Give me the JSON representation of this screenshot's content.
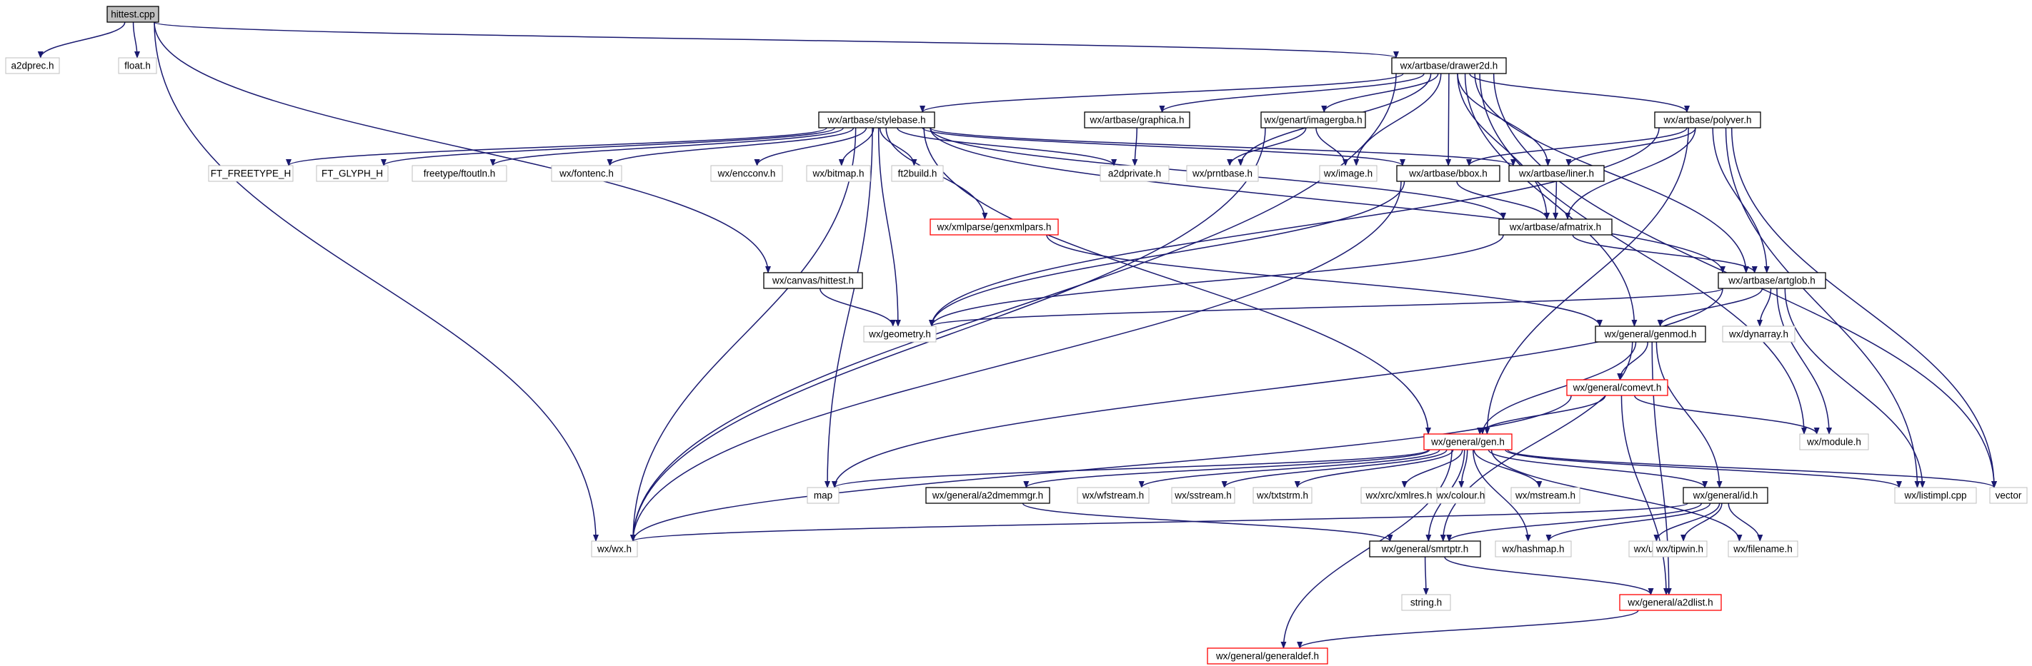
{
  "colors": {
    "edge": "#191970",
    "border_black": "#000000",
    "border_red": "#ff0000",
    "border_gray": "#bfbfbf",
    "root_fill": "#bfbfbf",
    "fill": "#ffffff"
  },
  "nodes": [
    {
      "id": "hittest_cpp",
      "label": "hittest.cpp",
      "border": "root"
    },
    {
      "id": "a2dprec_h",
      "label": "a2dprec.h",
      "border": "gray"
    },
    {
      "id": "float_h",
      "label": "float.h",
      "border": "gray"
    },
    {
      "id": "drawer2d_h",
      "label": "wx/artbase/drawer2d.h",
      "border": "black"
    },
    {
      "id": "stylebase_h",
      "label": "wx/artbase/stylebase.h",
      "border": "black"
    },
    {
      "id": "graphica_h",
      "label": "wx/artbase/graphica.h",
      "border": "black"
    },
    {
      "id": "imagergba_h",
      "label": "wx/genart/imagergba.h",
      "border": "black"
    },
    {
      "id": "polyver_h",
      "label": "wx/artbase/polyver.h",
      "border": "black"
    },
    {
      "id": "ft_freetype_h",
      "label": "FT_FREETYPE_H",
      "border": "gray"
    },
    {
      "id": "ft_glyph_h",
      "label": "FT_GLYPH_H",
      "border": "gray"
    },
    {
      "id": "ftoutln_h",
      "label": "freetype/ftoutln.h",
      "border": "gray"
    },
    {
      "id": "fontenc_h",
      "label": "wx/fontenc.h",
      "border": "gray"
    },
    {
      "id": "encconv_h",
      "label": "wx/encconv.h",
      "border": "gray"
    },
    {
      "id": "bitmap_h",
      "label": "wx/bitmap.h",
      "border": "gray"
    },
    {
      "id": "ft2build_h",
      "label": "ft2build.h",
      "border": "gray"
    },
    {
      "id": "a2dprivate_h",
      "label": "a2dprivate.h",
      "border": "gray"
    },
    {
      "id": "prntbase_h",
      "label": "wx/prntbase.h",
      "border": "gray"
    },
    {
      "id": "image_h",
      "label": "wx/image.h",
      "border": "gray"
    },
    {
      "id": "bbox_h",
      "label": "wx/artbase/bbox.h",
      "border": "black"
    },
    {
      "id": "liner_h",
      "label": "wx/artbase/liner.h",
      "border": "black"
    },
    {
      "id": "genxmlpars_h",
      "label": "wx/xmlparse/genxmlpars.h",
      "border": "red"
    },
    {
      "id": "afmatrix_h",
      "label": "wx/artbase/afmatrix.h",
      "border": "black"
    },
    {
      "id": "canvas_hittest_h",
      "label": "wx/canvas/hittest.h",
      "border": "black"
    },
    {
      "id": "artglob_h",
      "label": "wx/artbase/artglob.h",
      "border": "black"
    },
    {
      "id": "geometry_h",
      "label": "wx/geometry.h",
      "border": "gray"
    },
    {
      "id": "genmod_h",
      "label": "wx/general/genmod.h",
      "border": "black"
    },
    {
      "id": "dynarray_h",
      "label": "wx/dynarray.h",
      "border": "gray"
    },
    {
      "id": "comevt_h",
      "label": "wx/general/comevt.h",
      "border": "red"
    },
    {
      "id": "module_h",
      "label": "wx/module.h",
      "border": "gray"
    },
    {
      "id": "gen_h",
      "label": "wx/general/gen.h",
      "border": "red"
    },
    {
      "id": "map",
      "label": "map",
      "border": "gray"
    },
    {
      "id": "a2dmemmgr_h",
      "label": "wx/general/a2dmemmgr.h",
      "border": "black"
    },
    {
      "id": "wfstream_h",
      "label": "wx/wfstream.h",
      "border": "gray"
    },
    {
      "id": "sstream_h",
      "label": "wx/sstream.h",
      "border": "gray"
    },
    {
      "id": "txtstrm_h",
      "label": "wx/txtstrm.h",
      "border": "gray"
    },
    {
      "id": "xmlres_h",
      "label": "wx/xrc/xmlres.h",
      "border": "gray"
    },
    {
      "id": "colour_h",
      "label": "wx/colour.h",
      "border": "gray"
    },
    {
      "id": "mstream_h",
      "label": "wx/mstream.h",
      "border": "gray"
    },
    {
      "id": "id_h",
      "label": "wx/general/id.h",
      "border": "black"
    },
    {
      "id": "listimpl_cpp",
      "label": "wx/listimpl.cpp",
      "border": "gray"
    },
    {
      "id": "vector",
      "label": "vector",
      "border": "gray"
    },
    {
      "id": "wx_h",
      "label": "wx/wx.h",
      "border": "gray"
    },
    {
      "id": "smrtptr_h",
      "label": "wx/general/smrtptr.h",
      "border": "black"
    },
    {
      "id": "hashmap_h",
      "label": "wx/hashmap.h",
      "border": "gray"
    },
    {
      "id": "uri_h",
      "label": "wx/uri.h",
      "border": "gray"
    },
    {
      "id": "tipwin_h",
      "label": "wx/tipwin.h",
      "border": "gray"
    },
    {
      "id": "filename_h",
      "label": "wx/filename.h",
      "border": "gray"
    },
    {
      "id": "string_h",
      "label": "string.h",
      "border": "gray"
    },
    {
      "id": "a2dlist_h",
      "label": "wx/general/a2dlist.h",
      "border": "red"
    },
    {
      "id": "generaldef_h",
      "label": "wx/general/generaldef.h",
      "border": "red"
    }
  ],
  "edges": [
    [
      "hittest_cpp",
      "a2dprec_h"
    ],
    [
      "hittest_cpp",
      "float_h"
    ],
    [
      "hittest_cpp",
      "drawer2d_h"
    ],
    [
      "hittest_cpp",
      "canvas_hittest_h"
    ],
    [
      "hittest_cpp",
      "wx_h"
    ],
    [
      "drawer2d_h",
      "stylebase_h"
    ],
    [
      "drawer2d_h",
      "graphica_h"
    ],
    [
      "drawer2d_h",
      "imagergba_h"
    ],
    [
      "drawer2d_h",
      "polyver_h"
    ],
    [
      "drawer2d_h",
      "prntbase_h"
    ],
    [
      "drawer2d_h",
      "image_h"
    ],
    [
      "drawer2d_h",
      "bbox_h"
    ],
    [
      "drawer2d_h",
      "liner_h"
    ],
    [
      "drawer2d_h",
      "afmatrix_h"
    ],
    [
      "drawer2d_h",
      "artglob_h"
    ],
    [
      "drawer2d_h",
      "genmod_h"
    ],
    [
      "drawer2d_h",
      "module_h"
    ],
    [
      "drawer2d_h",
      "vector"
    ],
    [
      "drawer2d_h",
      "wx_h"
    ],
    [
      "stylebase_h",
      "ft_freetype_h"
    ],
    [
      "stylebase_h",
      "ft_glyph_h"
    ],
    [
      "stylebase_h",
      "ftoutln_h"
    ],
    [
      "stylebase_h",
      "fontenc_h"
    ],
    [
      "stylebase_h",
      "encconv_h"
    ],
    [
      "stylebase_h",
      "bitmap_h"
    ],
    [
      "stylebase_h",
      "ft2build_h"
    ],
    [
      "stylebase_h",
      "a2dprivate_h"
    ],
    [
      "stylebase_h",
      "bbox_h"
    ],
    [
      "stylebase_h",
      "liner_h"
    ],
    [
      "stylebase_h",
      "genxmlpars_h"
    ],
    [
      "stylebase_h",
      "afmatrix_h"
    ],
    [
      "stylebase_h",
      "artglob_h"
    ],
    [
      "stylebase_h",
      "geometry_h"
    ],
    [
      "stylebase_h",
      "gen_h"
    ],
    [
      "stylebase_h",
      "map"
    ],
    [
      "stylebase_h",
      "wx_h"
    ],
    [
      "graphica_h",
      "a2dprivate_h"
    ],
    [
      "imagergba_h",
      "prntbase_h"
    ],
    [
      "imagergba_h",
      "image_h"
    ],
    [
      "imagergba_h",
      "wx_h"
    ],
    [
      "polyver_h",
      "bbox_h"
    ],
    [
      "polyver_h",
      "liner_h"
    ],
    [
      "polyver_h",
      "afmatrix_h"
    ],
    [
      "polyver_h",
      "artglob_h"
    ],
    [
      "polyver_h",
      "geometry_h"
    ],
    [
      "polyver_h",
      "gen_h"
    ],
    [
      "polyver_h",
      "listimpl_cpp"
    ],
    [
      "polyver_h",
      "vector"
    ],
    [
      "bbox_h",
      "afmatrix_h"
    ],
    [
      "bbox_h",
      "geometry_h"
    ],
    [
      "bbox_h",
      "wx_h"
    ],
    [
      "liner_h",
      "afmatrix_h"
    ],
    [
      "genxmlpars_h",
      "genmod_h"
    ],
    [
      "afmatrix_h",
      "artglob_h"
    ],
    [
      "afmatrix_h",
      "geometry_h"
    ],
    [
      "canvas_hittest_h",
      "geometry_h"
    ],
    [
      "artglob_h",
      "geometry_h"
    ],
    [
      "artglob_h",
      "genmod_h"
    ],
    [
      "artglob_h",
      "dynarray_h"
    ],
    [
      "artglob_h",
      "module_h"
    ],
    [
      "artglob_h",
      "listimpl_cpp"
    ],
    [
      "artglob_h",
      "map"
    ],
    [
      "genmod_h",
      "comevt_h"
    ],
    [
      "genmod_h",
      "gen_h"
    ],
    [
      "genmod_h",
      "id_h"
    ],
    [
      "genmod_h",
      "smrtptr_h"
    ],
    [
      "genmod_h",
      "a2dlist_h"
    ],
    [
      "comevt_h",
      "gen_h"
    ],
    [
      "comevt_h",
      "module_h"
    ],
    [
      "comevt_h",
      "a2dlist_h"
    ],
    [
      "comevt_h",
      "wx_h"
    ],
    [
      "gen_h",
      "map"
    ],
    [
      "gen_h",
      "a2dmemmgr_h"
    ],
    [
      "gen_h",
      "wfstream_h"
    ],
    [
      "gen_h",
      "sstream_h"
    ],
    [
      "gen_h",
      "txtstrm_h"
    ],
    [
      "gen_h",
      "xmlres_h"
    ],
    [
      "gen_h",
      "colour_h"
    ],
    [
      "gen_h",
      "mstream_h"
    ],
    [
      "gen_h",
      "id_h"
    ],
    [
      "gen_h",
      "listimpl_cpp"
    ],
    [
      "gen_h",
      "vector"
    ],
    [
      "gen_h",
      "smrtptr_h"
    ],
    [
      "gen_h",
      "hashmap_h"
    ],
    [
      "gen_h",
      "filename_h"
    ],
    [
      "gen_h",
      "generaldef_h"
    ],
    [
      "a2dmemmgr_h",
      "smrtptr_h"
    ],
    [
      "id_h",
      "wx_h"
    ],
    [
      "id_h",
      "smrtptr_h"
    ],
    [
      "id_h",
      "hashmap_h"
    ],
    [
      "id_h",
      "uri_h"
    ],
    [
      "id_h",
      "tipwin_h"
    ],
    [
      "id_h",
      "filename_h"
    ],
    [
      "smrtptr_h",
      "string_h"
    ],
    [
      "smrtptr_h",
      "a2dlist_h"
    ],
    [
      "a2dlist_h",
      "generaldef_h"
    ]
  ]
}
